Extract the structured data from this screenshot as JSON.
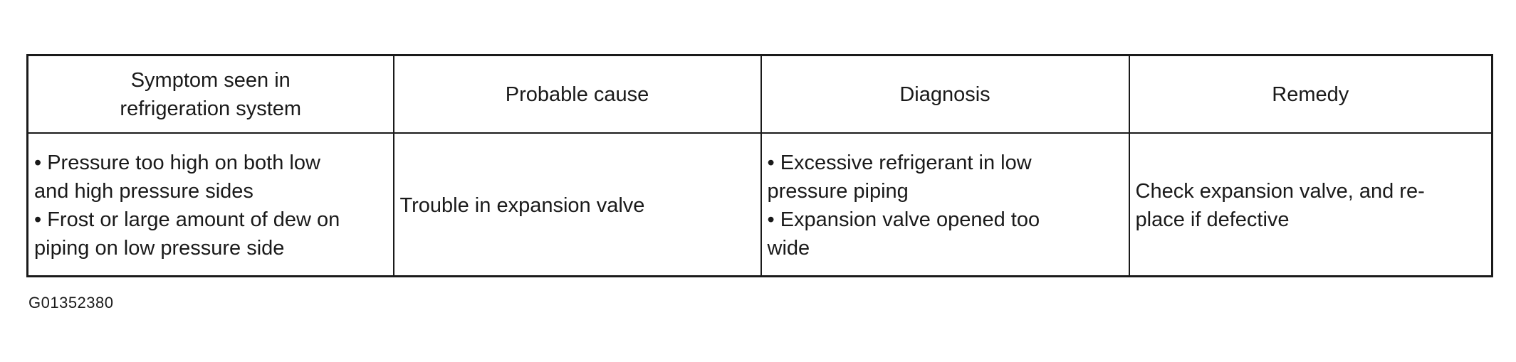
{
  "table": {
    "headers": [
      [
        "Symptom seen in",
        "refrigeration system"
      ],
      [
        "Probable cause"
      ],
      [
        "Diagnosis"
      ],
      [
        "Remedy"
      ]
    ],
    "rows": [
      {
        "symptom": [
          "• Pressure too high on both low",
          "and high pressure sides",
          "• Frost or large amount of dew on",
          "piping on low pressure side"
        ],
        "cause": [
          "Trouble in expansion valve"
        ],
        "diagnosis": [
          "• Excessive refrigerant in low",
          "pressure piping",
          "• Expansion valve opened too",
          "wide"
        ],
        "remedy": [
          "Check expansion valve, and re-",
          "place if defective"
        ]
      }
    ]
  },
  "figure_id": "G01352380"
}
